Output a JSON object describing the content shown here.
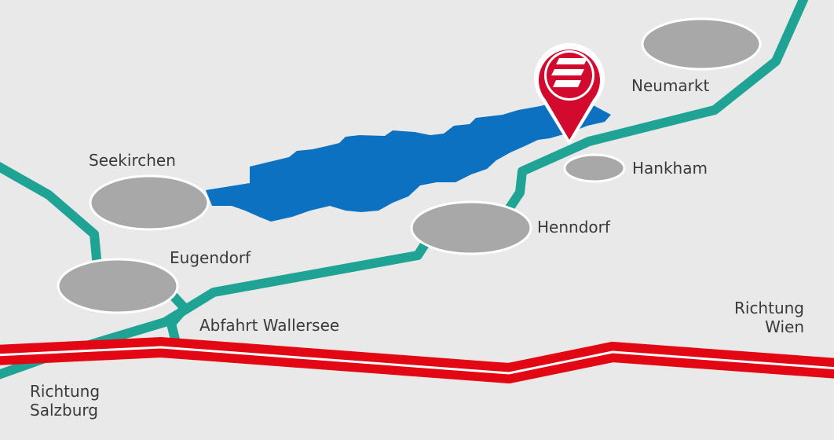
{
  "map": {
    "towns": {
      "seekirchen": "Seekirchen",
      "eugendorf": "Eugendorf",
      "henndorf": "Henndorf",
      "hankham": "Hankham",
      "neumarkt": "Neumarkt"
    },
    "exit_label": "Abfahrt Wallersee",
    "directions": {
      "wien": [
        "Richtung",
        "Wien"
      ],
      "salzburg": [
        "Richtung",
        "Salzburg"
      ]
    },
    "colors": {
      "background": "#e9e9e9",
      "road": "#1fa394",
      "motorway": "#e30613",
      "lake": "#0b71c0",
      "town": "#a8a8a8",
      "pin": "#d20a2e"
    },
    "icons": [
      "location-pin-icon"
    ]
  }
}
